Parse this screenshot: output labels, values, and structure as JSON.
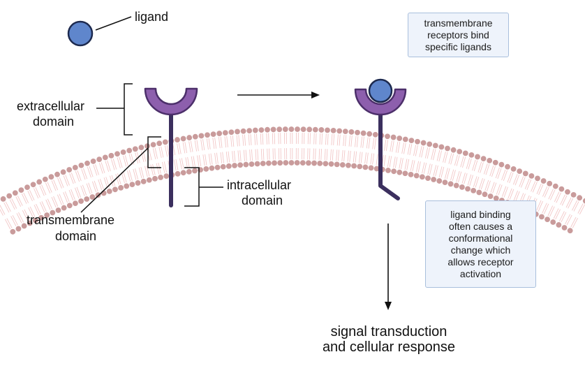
{
  "labels": {
    "ligand": "ligand",
    "extracellular_line1": "extracellular",
    "extracellular_line2": "domain",
    "transmembrane_line1": "transmembrane",
    "transmembrane_line2": "domain",
    "intracellular_line1": "intracellular",
    "intracellular_line2": "domain",
    "signal_line1": "signal transduction",
    "signal_line2": "and cellular response"
  },
  "notes": {
    "top": [
      "transmembrane",
      "receptors bind",
      "specific ligands"
    ],
    "right": [
      "ligand binding",
      "often causes a",
      "conformational",
      "change which",
      "allows receptor",
      "activation"
    ]
  },
  "colors": {
    "ligand_fill": "#5f86cc",
    "ligand_stroke": "#1d2a4f",
    "receptor_purple": "#8d5fad",
    "receptor_stroke": "#4c2f6a",
    "receptor_stem": "#3b2f5e",
    "lipid_head": "#c99b9b",
    "lipid_tail": "#f2c7c7"
  }
}
